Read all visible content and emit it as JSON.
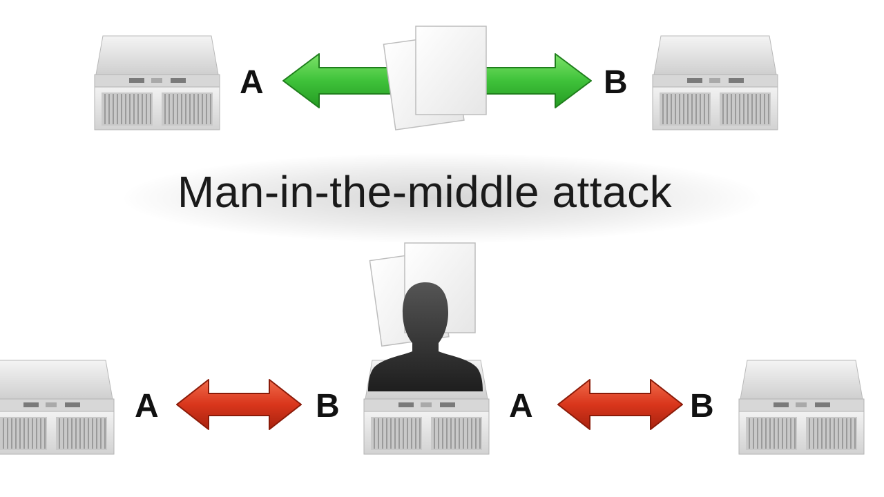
{
  "title": "Man-in-the-middle attack",
  "colors": {
    "secure_arrow": "#3fc23a",
    "intercepted_arrow": "#d9361c",
    "attacker": "#2b2b2b",
    "server_body": "#e4e4e4"
  },
  "icons": [
    "server-icon",
    "documents-icon",
    "attacker-silhouette-icon",
    "double-arrow-icon"
  ],
  "top_row": {
    "left_label": "A",
    "right_label": "B"
  },
  "bottom_row": {
    "left_pair": {
      "left_label": "A",
      "right_label": "B"
    },
    "right_pair": {
      "left_label": "A",
      "right_label": "B"
    }
  }
}
